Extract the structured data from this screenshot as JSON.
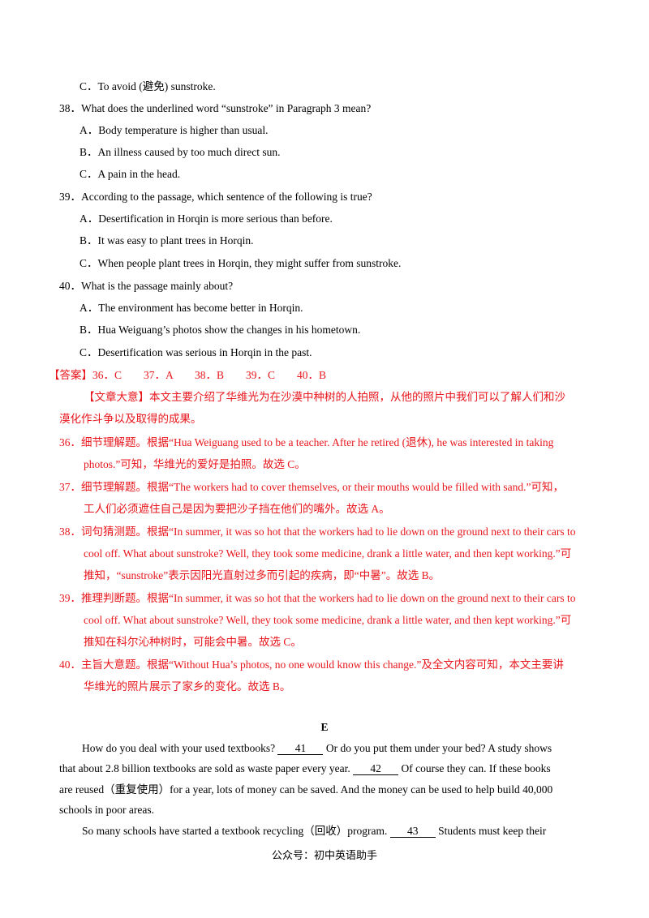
{
  "questions": [
    {
      "stem": "",
      "options": [
        "C．To avoid (避免) sunstroke."
      ]
    },
    {
      "stem": "38．What does the underlined word “sunstroke” in Paragraph 3 mean?",
      "options": [
        "A．Body temperature is higher than usual.",
        "B．An illness caused by too much direct sun.",
        "C．A pain in the head."
      ]
    },
    {
      "stem": "39．According to the passage, which sentence of the following is true?",
      "options": [
        "A．Desertification in Horqin is more serious than before.",
        "B．It was easy to plant trees in Horqin.",
        "C．When people plant trees in Horqin, they might suffer from sunstroke."
      ]
    },
    {
      "stem": "40．What is the passage mainly about?",
      "options": [
        "A．The environment has become better in Horqin.",
        "B．Hua Weiguang’s photos show the changes in his hometown.",
        "C．Desertification was serious in Horqin in the past."
      ]
    }
  ],
  "answer_line": "【答案】36．C　　37．A　　38．B　　39．C　　40．B",
  "summary": {
    "line1": "【文章大意】本文主要介绍了华维光为在沙漠中种树的人拍照，从他的照片中我们可以了解人们和沙",
    "line2": "漠化作斗争以及取得的成果。"
  },
  "explanations": [
    {
      "l1": "36．细节理解题。根据“Hua Weiguang used to be a teacher. After he retired (退休), he was interested in taking",
      "l2": "photos.”可知，华维光的爱好是拍照。故选 C。"
    },
    {
      "l1": "37．细节理解题。根据“The workers had to cover themselves, or their mouths would be filled with sand.”可知，",
      "l2": "工人们必须遮住自己是因为要把沙子挡在他们的嘴外。故选 A。"
    },
    {
      "l1": "38．词句猜测题。根据“In summer, it was so hot that the workers had to lie down on the ground next to their cars to",
      "l2": "cool off. What about sunstroke? Well, they took some medicine, drank a little water, and then kept working.”可",
      "l3": "推知，“sunstroke”表示因阳光直射过多而引起的疾病，即“中暑”。故选 B。"
    },
    {
      "l1": "39．推理判断题。根据“In summer, it was so hot that the workers had to lie down on the ground next to their cars to",
      "l2": "cool off. What about sunstroke? Well, they took some medicine, drank a little water, and then kept working.”可",
      "l3": "推知在科尔沁种树时，可能会中暑。故选 C。"
    },
    {
      "l1": "40．主旨大意题。根据“Without Hua’s photos, no one would know this change.”及全文内容可知，本文主要讲",
      "l2": "华维光的照片展示了家乡的变化。故选 B。"
    }
  ],
  "section_title": "E",
  "passage": {
    "p1_a": "How do you deal with your used textbooks?",
    "b41": "41",
    "p1_b": "Or do you put them under your bed? A study shows",
    "p1_c": "that about 2.8 billion textbooks are sold as waste paper every year.",
    "b42": "42",
    "p1_d": "Of course they can. If these books",
    "p1_e": "are reused（重复使用）for a year, lots of money can be saved. And the money can be used to help build 40,000",
    "p1_f": "schools in poor areas.",
    "p2_a": "So many schools have started a textbook recycling（回收）program.",
    "b43": "43",
    "p2_b": "Students must keep their"
  },
  "footer": "公众号：初中英语助手"
}
